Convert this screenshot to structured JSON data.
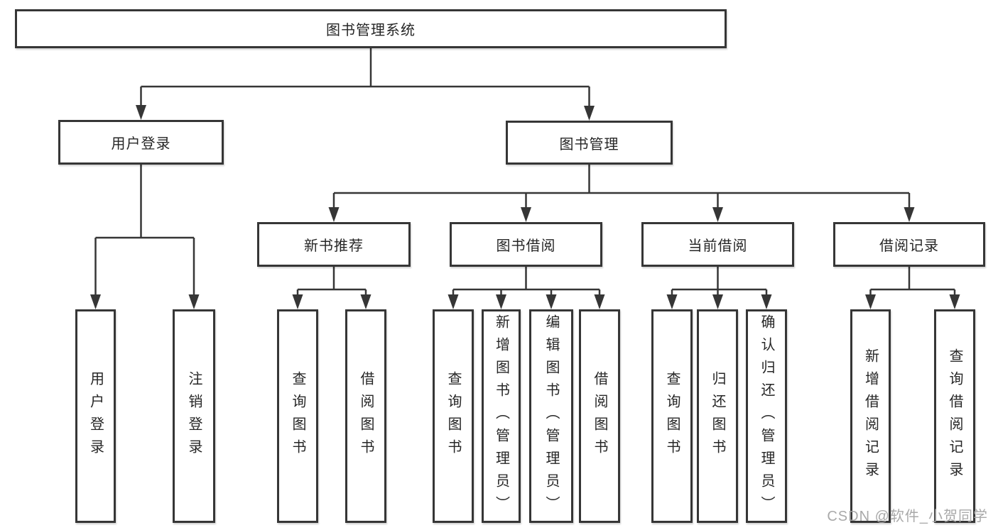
{
  "nodes": {
    "root": {
      "label": "图书管理系统"
    },
    "user_login": {
      "label": "用户登录"
    },
    "book_mgmt": {
      "label": "图书管理"
    },
    "new_book_rec": {
      "label": "新书推荐"
    },
    "book_borrow": {
      "label": "图书借阅"
    },
    "current_borrow": {
      "label": "当前借阅"
    },
    "borrow_records": {
      "label": "借阅记录"
    },
    "leaf_user_login": {
      "label": "用户登录"
    },
    "leaf_logout": {
      "label": "注销登录"
    },
    "leaf_nbr_query": {
      "label": "查询图书"
    },
    "leaf_nbr_borrow": {
      "label": "借阅图书"
    },
    "leaf_bb_query": {
      "label": "查询图书"
    },
    "leaf_bb_add": {
      "label": "新增图书（管理员）"
    },
    "leaf_bb_edit": {
      "label": "编辑图书（管理员）"
    },
    "leaf_bb_borrow": {
      "label": "借阅图书"
    },
    "leaf_cb_query": {
      "label": "查询图书"
    },
    "leaf_cb_return": {
      "label": "归还图书"
    },
    "leaf_cb_confirm": {
      "label": "确认归还（管理员）"
    },
    "leaf_br_add": {
      "label": "新增借阅记录"
    },
    "leaf_br_query": {
      "label": "查询借阅记录"
    }
  },
  "watermark": {
    "text": "CSDN @软件_小贺同学"
  },
  "colors": {
    "line": "#363636",
    "box_border": "#363636",
    "text": "#262626",
    "watermark": "#a4a4a4",
    "background": "#ffffff"
  }
}
